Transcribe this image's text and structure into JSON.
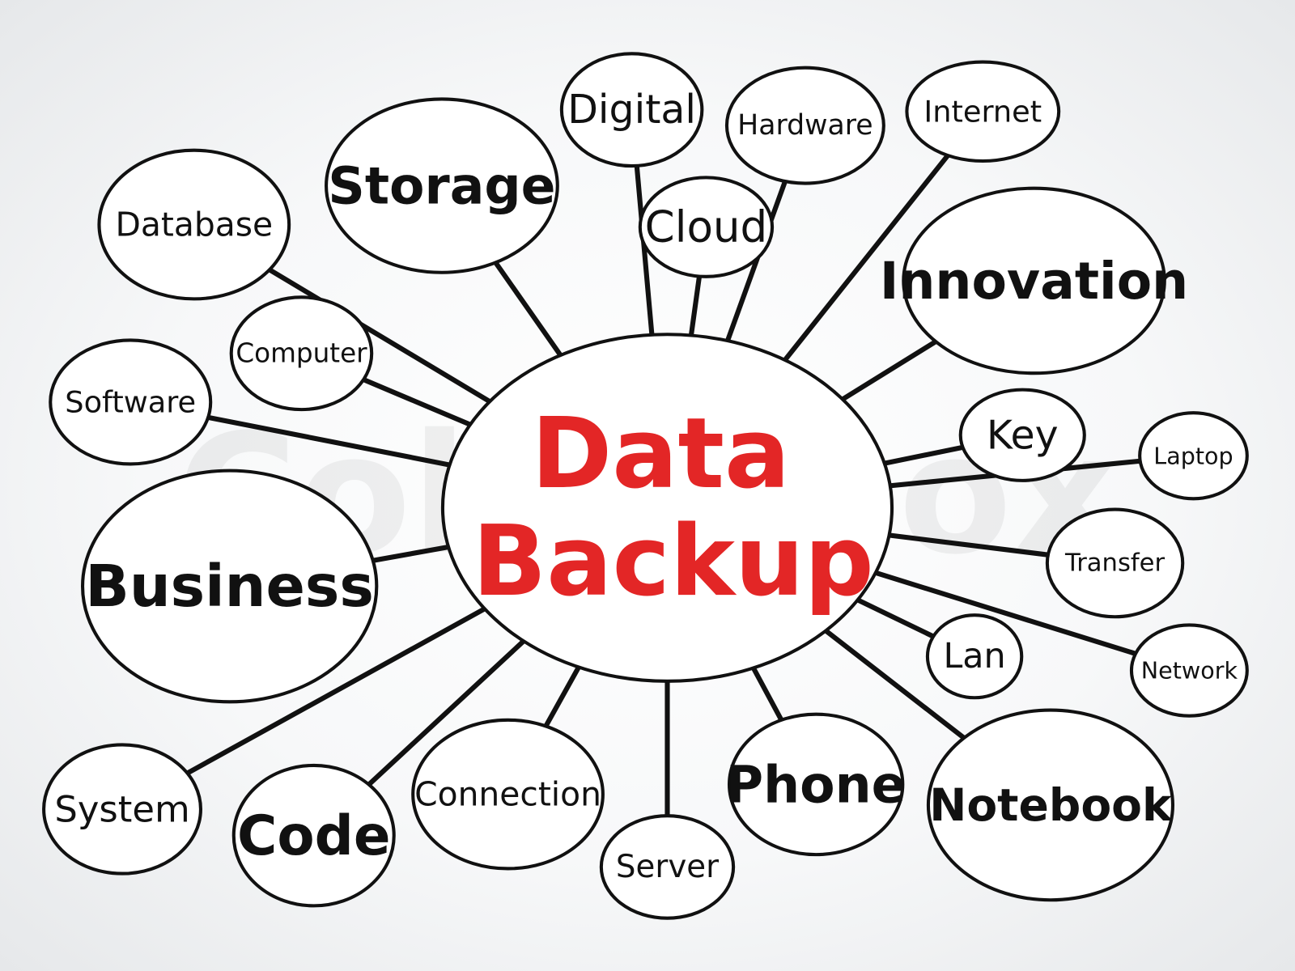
{
  "center": {
    "line1": "Data",
    "line2": "Backup",
    "color": "#e32626"
  },
  "watermark": "Colourbox",
  "nodes": [
    {
      "label": "Storage"
    },
    {
      "label": "Database"
    },
    {
      "label": "Digital"
    },
    {
      "label": "Hardware"
    },
    {
      "label": "Internet"
    },
    {
      "label": "Cloud"
    },
    {
      "label": "Innovation"
    },
    {
      "label": "Computer"
    },
    {
      "label": "Software"
    },
    {
      "label": "Key"
    },
    {
      "label": "Laptop"
    },
    {
      "label": "Business"
    },
    {
      "label": "Transfer"
    },
    {
      "label": "Lan"
    },
    {
      "label": "Network"
    },
    {
      "label": "System"
    },
    {
      "label": "Code"
    },
    {
      "label": "Connection"
    },
    {
      "label": "Server"
    },
    {
      "label": "Phone"
    },
    {
      "label": "Notebook"
    }
  ]
}
